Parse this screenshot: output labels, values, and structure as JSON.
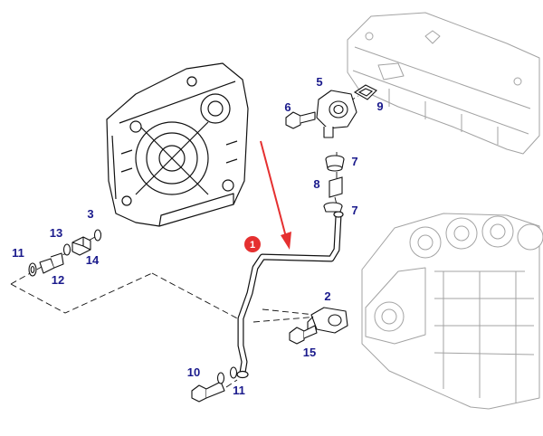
{
  "colors": {
    "callout": "#1a1a8c",
    "badge": "#e53030",
    "arrow": "#e53030",
    "line": "#111111",
    "ghost": "#9a9a9a"
  },
  "icons": {
    "highlight_badge": "numbered-circle-badge",
    "pointer": "red-arrow-icon"
  },
  "badge": {
    "label": "1"
  },
  "callouts": [
    {
      "id": "c5",
      "text": "5"
    },
    {
      "id": "c6",
      "text": "6"
    },
    {
      "id": "c9",
      "text": "9"
    },
    {
      "id": "c7a",
      "text": "7"
    },
    {
      "id": "c8",
      "text": "8"
    },
    {
      "id": "c7b",
      "text": "7"
    },
    {
      "id": "c3",
      "text": "3"
    },
    {
      "id": "c13",
      "text": "13"
    },
    {
      "id": "c11a",
      "text": "11"
    },
    {
      "id": "c14",
      "text": "14"
    },
    {
      "id": "c12",
      "text": "12"
    },
    {
      "id": "c2",
      "text": "2"
    },
    {
      "id": "c15",
      "text": "15"
    },
    {
      "id": "c10",
      "text": "10"
    },
    {
      "id": "c11b",
      "text": "11"
    }
  ]
}
